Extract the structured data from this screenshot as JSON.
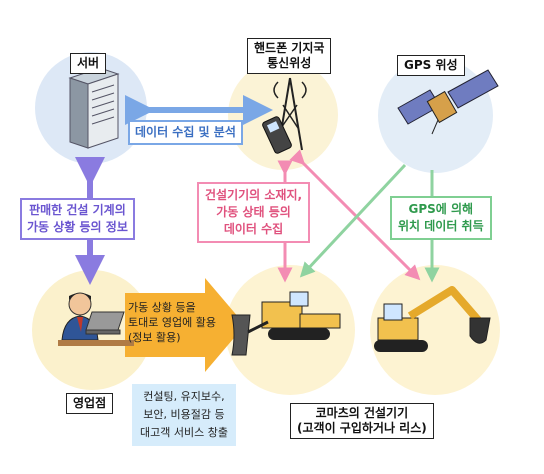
{
  "nodes": {
    "server": "서버",
    "tower": "핸드폰 기지국\n통신위성",
    "gps": "GPS 위성",
    "dealer": "영업점",
    "machine": "코마츠의 건설기기\n(고객이 구입하거나 리스)"
  },
  "notes": {
    "data_collect": "데이터 수집 및 분석",
    "sales_info": "판매한 건설 기계의\n가동 상황 등의 정보",
    "location": "건설기기의 소재지,\n가동 상태 등의\n데이터 수집",
    "gps_pos": "GPS에 의해\n위치 데이터 취득",
    "sales_use": "가동 상황 등을\n토대로 영업에 활용\n(정보 활용)",
    "services": "컨설팅, 유지보수,\n보안, 비용절감 등\n대고객 서비스 창출"
  },
  "colors": {
    "blue": "#7aa7e6",
    "pink": "#f38cb3",
    "green": "#8fd3a0",
    "purple": "#8a7be0",
    "orange": "#f6b032",
    "circle_left": "#dfeaf7",
    "circle_right": "#fdf3d2"
  }
}
